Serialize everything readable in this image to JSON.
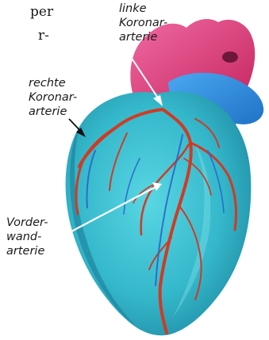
{
  "fragment": {
    "line1": "per",
    "line2": "r-"
  },
  "labels": {
    "left_coronary": [
      "linke",
      "Koronar-",
      "arterie"
    ],
    "right_coronary": [
      "rechte",
      "Koronar-",
      "arterie"
    ],
    "anterior_wall": [
      "Vorder-",
      "wand-",
      "arterie"
    ]
  },
  "colors": {
    "heart_body": "#3bbfcf",
    "heart_shadow": "#1f8aa3",
    "aorta": "#e0407a",
    "pulmonary": "#2e8fe0",
    "vessels": "#d4412a"
  }
}
